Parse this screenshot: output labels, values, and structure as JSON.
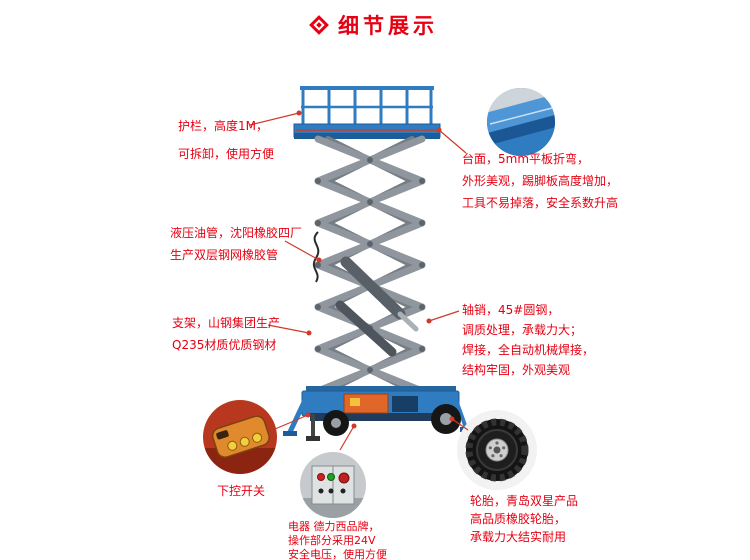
{
  "page": {
    "title": "细节展示"
  },
  "colors": {
    "accent_red": "#e60012",
    "machine_blue": "#2f7dc0",
    "machine_blue_dark": "#1c5c98",
    "scissor_gray": "#8f969d",
    "callout_line": "#cf3a2a"
  },
  "callouts": {
    "guardrail": {
      "lines": [
        "护栏，高度1M，",
        "可拆卸，使用方便"
      ]
    },
    "platform": {
      "lines": [
        "台面，5mm平板折弯，",
        "外形美观，踢脚板高度增加，",
        "工具不易掉落，安全系数升高"
      ]
    },
    "hydraulic_hose": {
      "lines": [
        "液压油管，沈阳橡胶四厂",
        "生产双层钢网橡胶管"
      ]
    },
    "support_frame": {
      "lines": [
        "支架，山钢集团生产",
        "Q235材质优质钢材"
      ]
    },
    "axle_pin": {
      "lines": [
        "轴销，45#圆钢，",
        "调质处理，承载力大；",
        "焊接，全自动机械焊接，",
        "结构牢固，外观美观"
      ]
    },
    "remote_switch": {
      "label": "下控开关"
    },
    "electrics": {
      "lines": [
        "电器 德力西品牌，",
        "操作部分采用24V",
        "安全电压，使用方便"
      ]
    },
    "tires": {
      "lines": [
        "轮胎，青岛双星产品",
        "高品质橡胶轮胎，",
        "承载力大结实耐用"
      ]
    }
  }
}
